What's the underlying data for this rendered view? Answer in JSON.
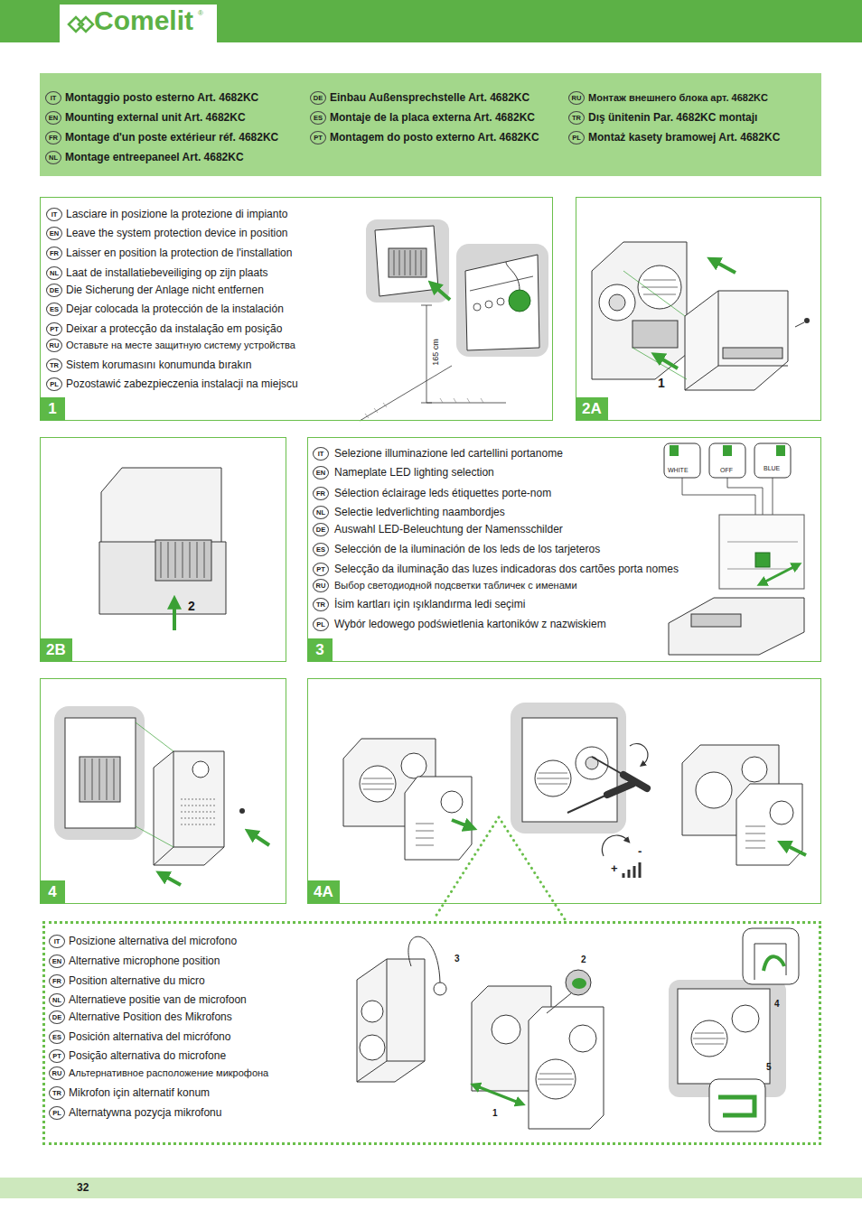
{
  "diagram": {
    "nodes": [
      {
        "text": [
          "IT",
          "Montaggio posto esterno Art. 4682KC",
          "EN",
          "Mounting external unit Art. 4682KC",
          "FR",
          "Montage d'un poste extérieur réf. 4682KC",
          "NL",
          "Montage entreepaneel Art. 4682KC",
          "DE",
          "Einbau Außensprechstelle Art. 4682KC",
          "ES",
          "Montaje de la placa externa Art. 4682KC",
          "PT",
          "Montagem do posto externo Art. 4682KC",
          "RU",
          "Монтаж внешнего блока арт. 4682KC",
          "TR",
          "Dış ünitenin Par. 4682KC montajı",
          "PL",
          "Montaż kasety bramowej Art. 4682KC"
        ]
      },
      {
        "text": [
          "IT",
          "Lasciare in posizione la protezione di impianto",
          "EN",
          "Leave the system protection device in position",
          "FR",
          "Laisser en position la protection de l'installation",
          "NL",
          "Laat de installatiebeveiliging op zijn plaats",
          "DE",
          "Die Sicherung der Anlage nicht entfernen",
          "ES",
          "Dejar colocada la protección de la instalación",
          "PT",
          "Deixar a protecção da instalação em posição",
          "RU",
          "Оставьте на месте защитную систему устройства",
          "TR",
          "Sistem korumasını konumunda bırakın",
          "PL",
          "Pozostawić zabezpieczenia instalacji na miejscu",
          "1"
        ]
      },
      {
        "text": [
          "2A"
        ]
      },
      {
        "text": [
          "2B"
        ]
      },
      {
        "text": [
          "IT",
          "Selezione illuminazione led cartellini portanome",
          "EN",
          "Nameplate LED lighting selection",
          "FR",
          "Sélection éclairage leds étiquettes porte-nom",
          "NL",
          "Selectie ledverlichting naambordjes",
          "DE",
          "Auswahl LED-Beleuchtung der Namensschilder",
          "ES",
          "Selección de la iluminación de los leds de los tarjeteros",
          "PT",
          "Selecção da iluminação das luzes indicadoras dos cartões porta nomes",
          "RU",
          "Выбор светодиодной подсветки табличек с именами",
          "TR",
          "İsim kartları için ışıklandırma ledi seçimi",
          "PL",
          "Wybór ledowego podświetlenia kartoników z nazwiskiem",
          "3"
        ]
      },
      {
        "text": [
          "4"
        ]
      },
      {
        "text": [
          "4A"
        ]
      },
      {
        "text": [
          "IT",
          "Posizione alternativa del microfono",
          "EN",
          "Alternative microphone position",
          "FR",
          "Position alternative du micro",
          "NL",
          "Alternatieve positie van de microfoon",
          "DE",
          "Alternative Position des Mikrofons",
          "ES",
          "Posición alternativa del micrófono",
          "PT",
          "Posição alternativa do microfone",
          "RU",
          "Альтернативное расположение микрофона",
          "TR",
          "Mikrofon için alternatif konum",
          "PL",
          "Alternatywna pozycja mikrofonu"
        ]
      }
    ],
    "labels": [
      "Comelit",
      "®",
      "165 cm",
      "1",
      "2",
      "WHITE",
      "OFF",
      "BLUE",
      "+",
      "-",
      "3",
      "2",
      "1",
      "4",
      "5",
      "32"
    ]
  }
}
